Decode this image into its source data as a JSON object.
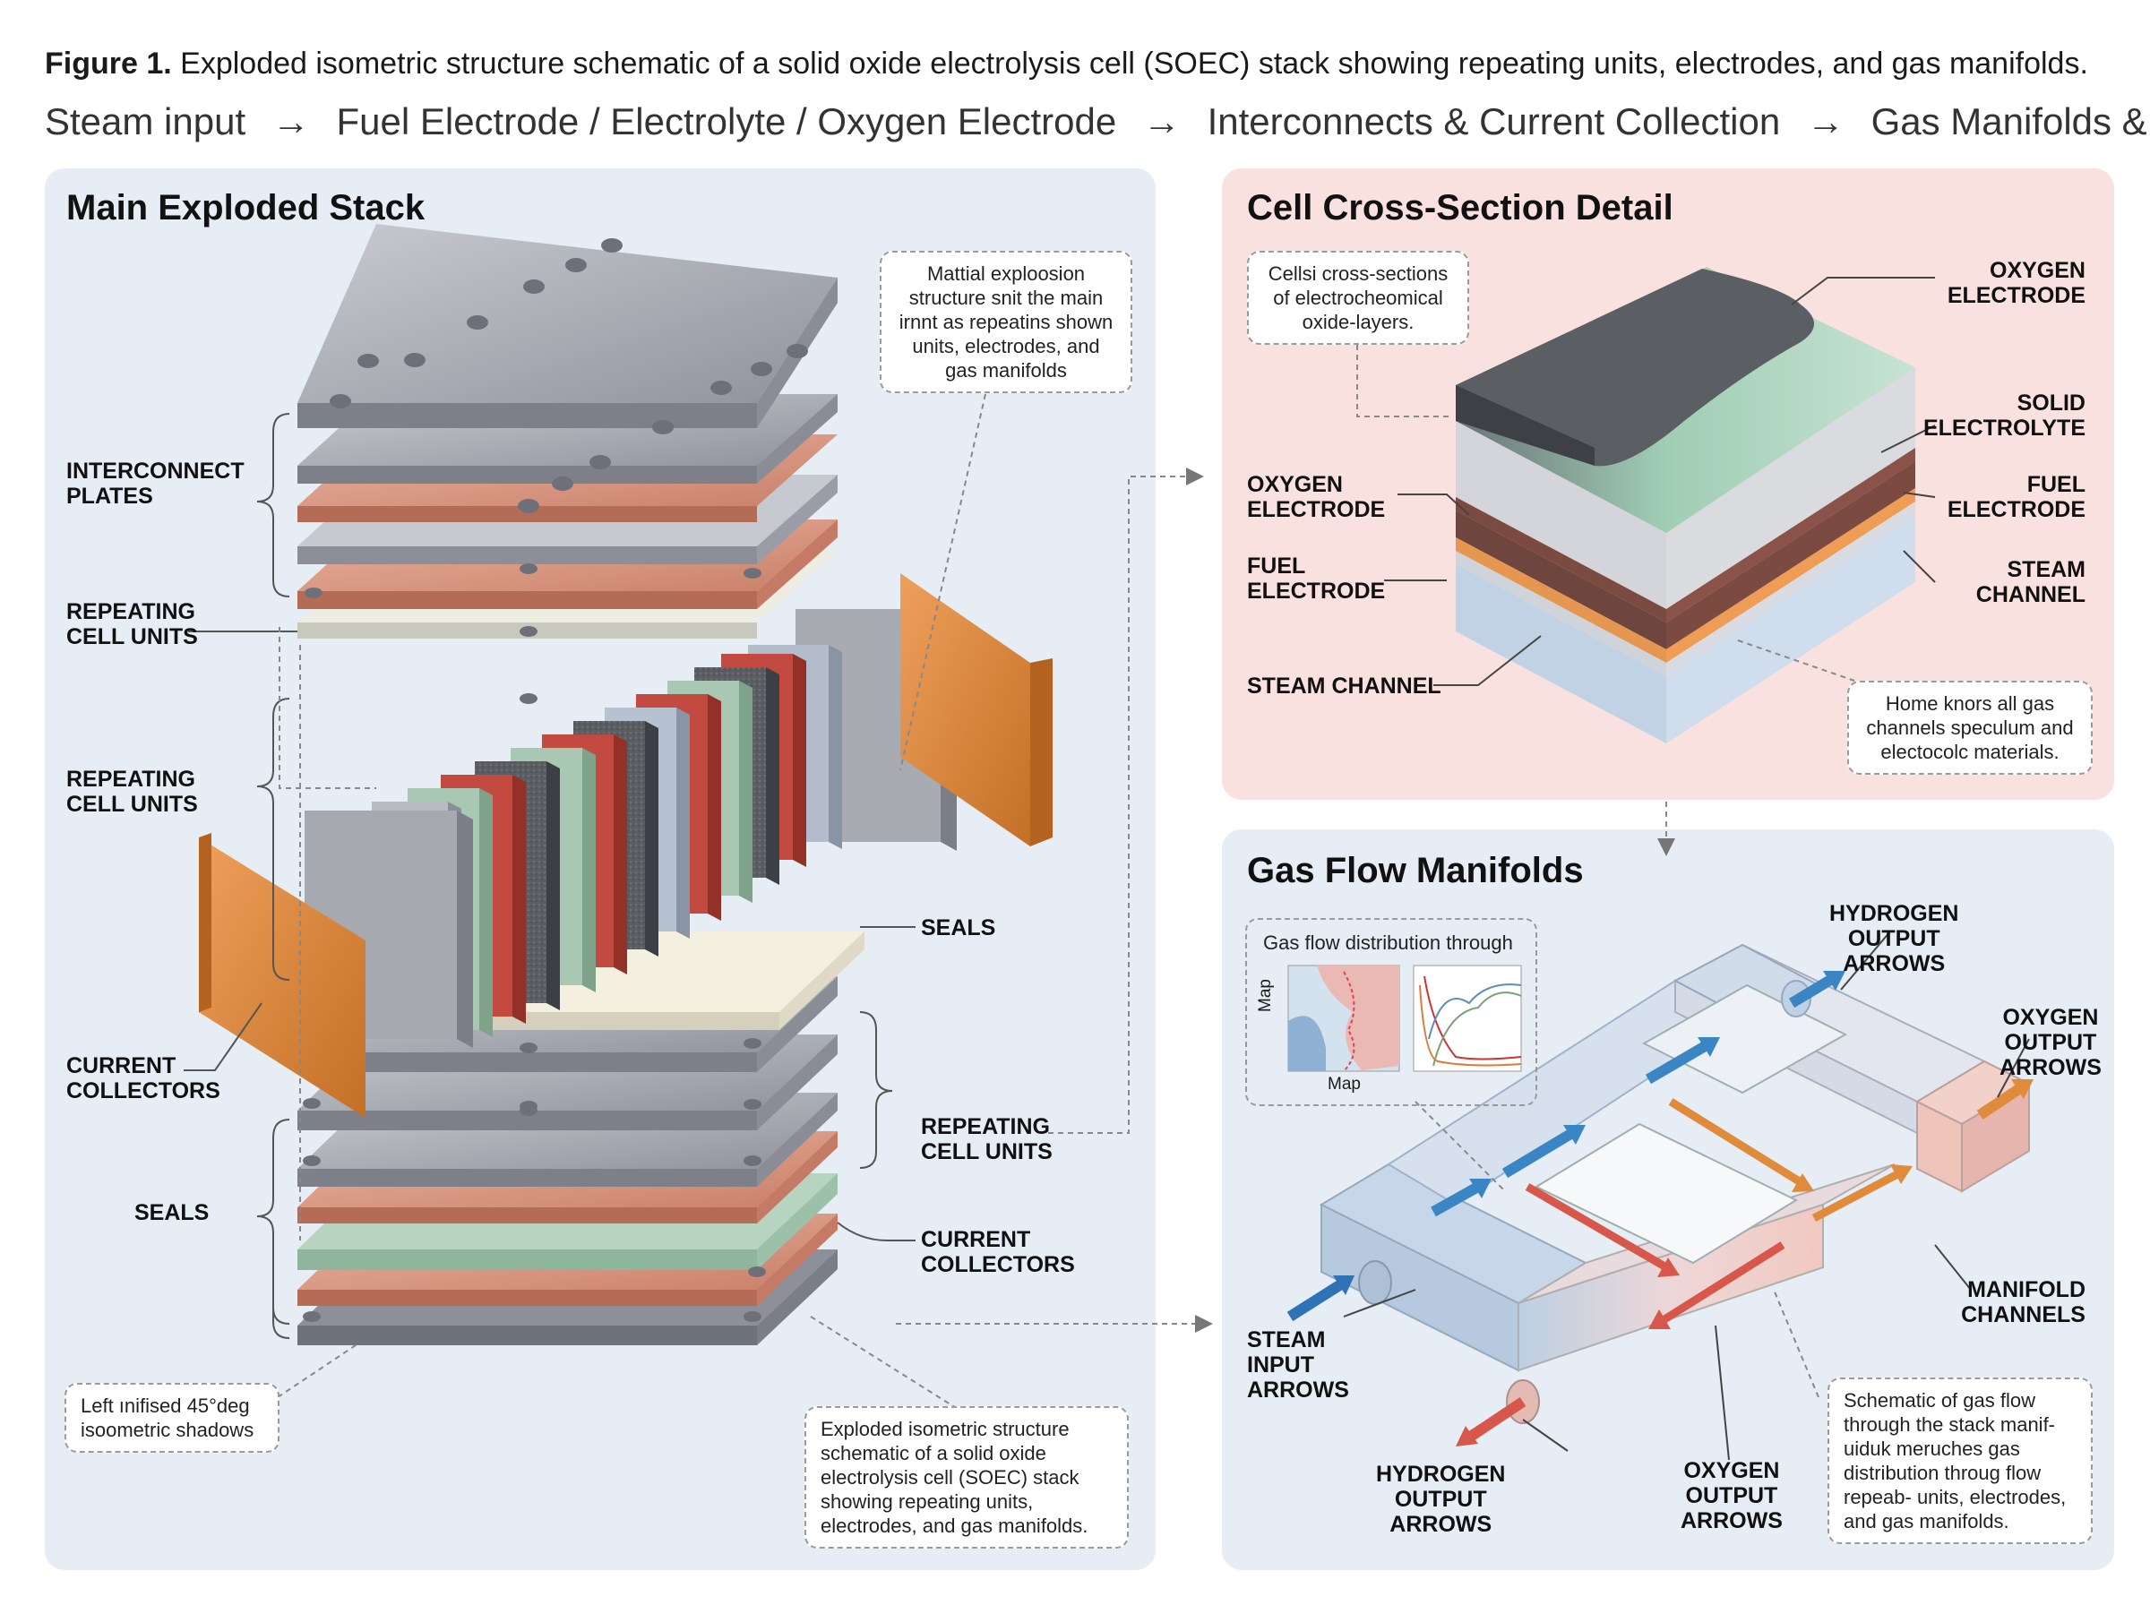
{
  "header": {
    "figure_label": "Figure 1.",
    "caption": "Exploded isometric structure schematic of a solid oxide electrolysis cell (SOEC) stack showing repeating units, electrodes, and gas manifolds.",
    "flow_steps": [
      "Steam input",
      "Fuel Electrode / Electrolyte / Oxygen Electrode",
      "Interconnects & Current Collection",
      "Gas Manifolds & Seals"
    ],
    "flow_arrow": "→"
  },
  "main_panel": {
    "title": "Main Exploded Stack",
    "labels": {
      "interconnect": "INTERCONNECT\nPLATES",
      "repeating1": "REPEATING\nCELL UNITS",
      "repeating2": "REPEATING\nCELL UNITS",
      "current_left": "CURRENT\nCOLLECTORS",
      "seals_left": "SEALS",
      "seals_right": "SEALS",
      "repeating_right": "REPEATING\nCELL UNITS",
      "current_right": "CURRENT\nCOLLECTORS"
    },
    "note_top": "Mattial exploosion structure snit the main irnnt as repeatins shown units, electrodes, and gas manifolds",
    "note_bottom_left": "Left ınifised 45°deg isoometric shadows",
    "note_bottom_right": "Exploded isometric structure schematic of a solid oxide electrolysis cell (SOEC) stack showing repeating units, electrodes, and gas manifolds."
  },
  "cross_panel": {
    "title": "Cell Cross-Section Detail",
    "note_top": "Cellsi cross-sections of electrocheomical oxide-layers.",
    "note_bottom": "Home knors all gas channels speculum and electocolc materials.",
    "labels": {
      "oxygen_right": "OXYGEN\nELECTRODE",
      "solid_electrolyte": "SOLID\nELECTROLYTE",
      "fuel_right": "FUEL\nELECTRODE",
      "steam_right": "STEAM\nCHANNEL",
      "oxygen_left": "OXYGEN\nELECTRODE",
      "fuel_left": "FUEL\nELECTRODE",
      "steam_left": "STEAM CHANNEL"
    }
  },
  "gas_panel": {
    "title": "Gas Flow Manifolds",
    "inset_title": "Gas flow distribution through",
    "inset_map_label": "Map",
    "inset_map_axis": "Map",
    "labels": {
      "hydrogen_top": "HYDROGEN\nOUTPUT\nARROWS",
      "oxygen_top": "OXYGEN\nOUTPUT\nARROWS",
      "manifold": "MANIFOLD\nCHANNELS",
      "steam_input": "STEAM\nINPUT\nARROWS",
      "hydrogen_bottom": "HYDROGEN\nOUTPUT\nARROWS",
      "oxygen_bottom": "OXYGEN\nOUTPUT\nARROWS"
    },
    "note_bottom": "Schematic of gas flow through the stack manif-uiduk meruches gas distribution throug flow repeab- units, electrodes, and gas manifolds."
  },
  "colors": {
    "main_bg": "#e6edf5",
    "cross_bg": "#f9e1df",
    "gas_bg": "#e6edf5",
    "steel": "#a7a9b0",
    "copper": "#d9937e",
    "green": "#aac8b2",
    "red": "#c24a40",
    "orange": "#df8a3c",
    "blue_arrow": "#2f7fb8"
  }
}
